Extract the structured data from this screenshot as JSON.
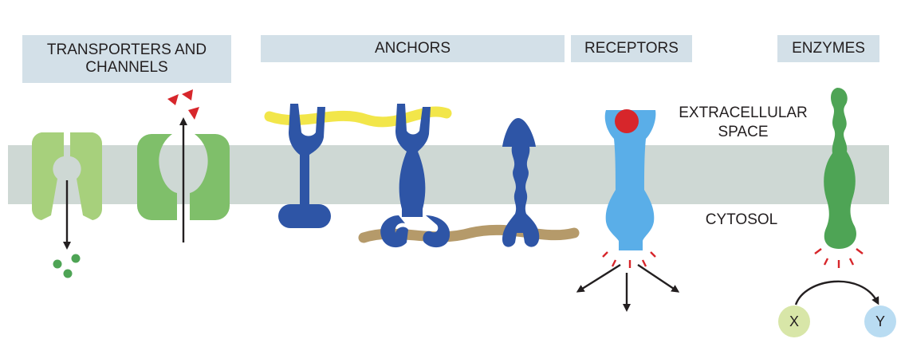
{
  "headers": {
    "transporters": [
      "TRANSPORTERS AND",
      "CHANNELS"
    ],
    "anchors": "ANCHORS",
    "receptors": "RECEPTORS",
    "enzymes": "ENZYMES"
  },
  "regions": {
    "extracellular": [
      "EXTRACELLULAR",
      "SPACE"
    ],
    "cytosol": "CYTOSOL"
  },
  "reaction": {
    "substrate": "X",
    "product": "Y"
  },
  "colors": {
    "header_bg": "#d3e0e8",
    "membrane": "#ced8d4",
    "transporter_light": "#a7d07c",
    "transporter_mid": "#7fbf6a",
    "anchor_blue": "#2e55a6",
    "receptor_blue": "#5aaee8",
    "enzyme_green": "#4ea455",
    "ligand_red": "#d7262b",
    "yellow_fiber": "#f2e64a",
    "tan_fiber": "#b59a6a",
    "x_circle": "#d8e6a8",
    "y_circle": "#b9dcf2"
  }
}
